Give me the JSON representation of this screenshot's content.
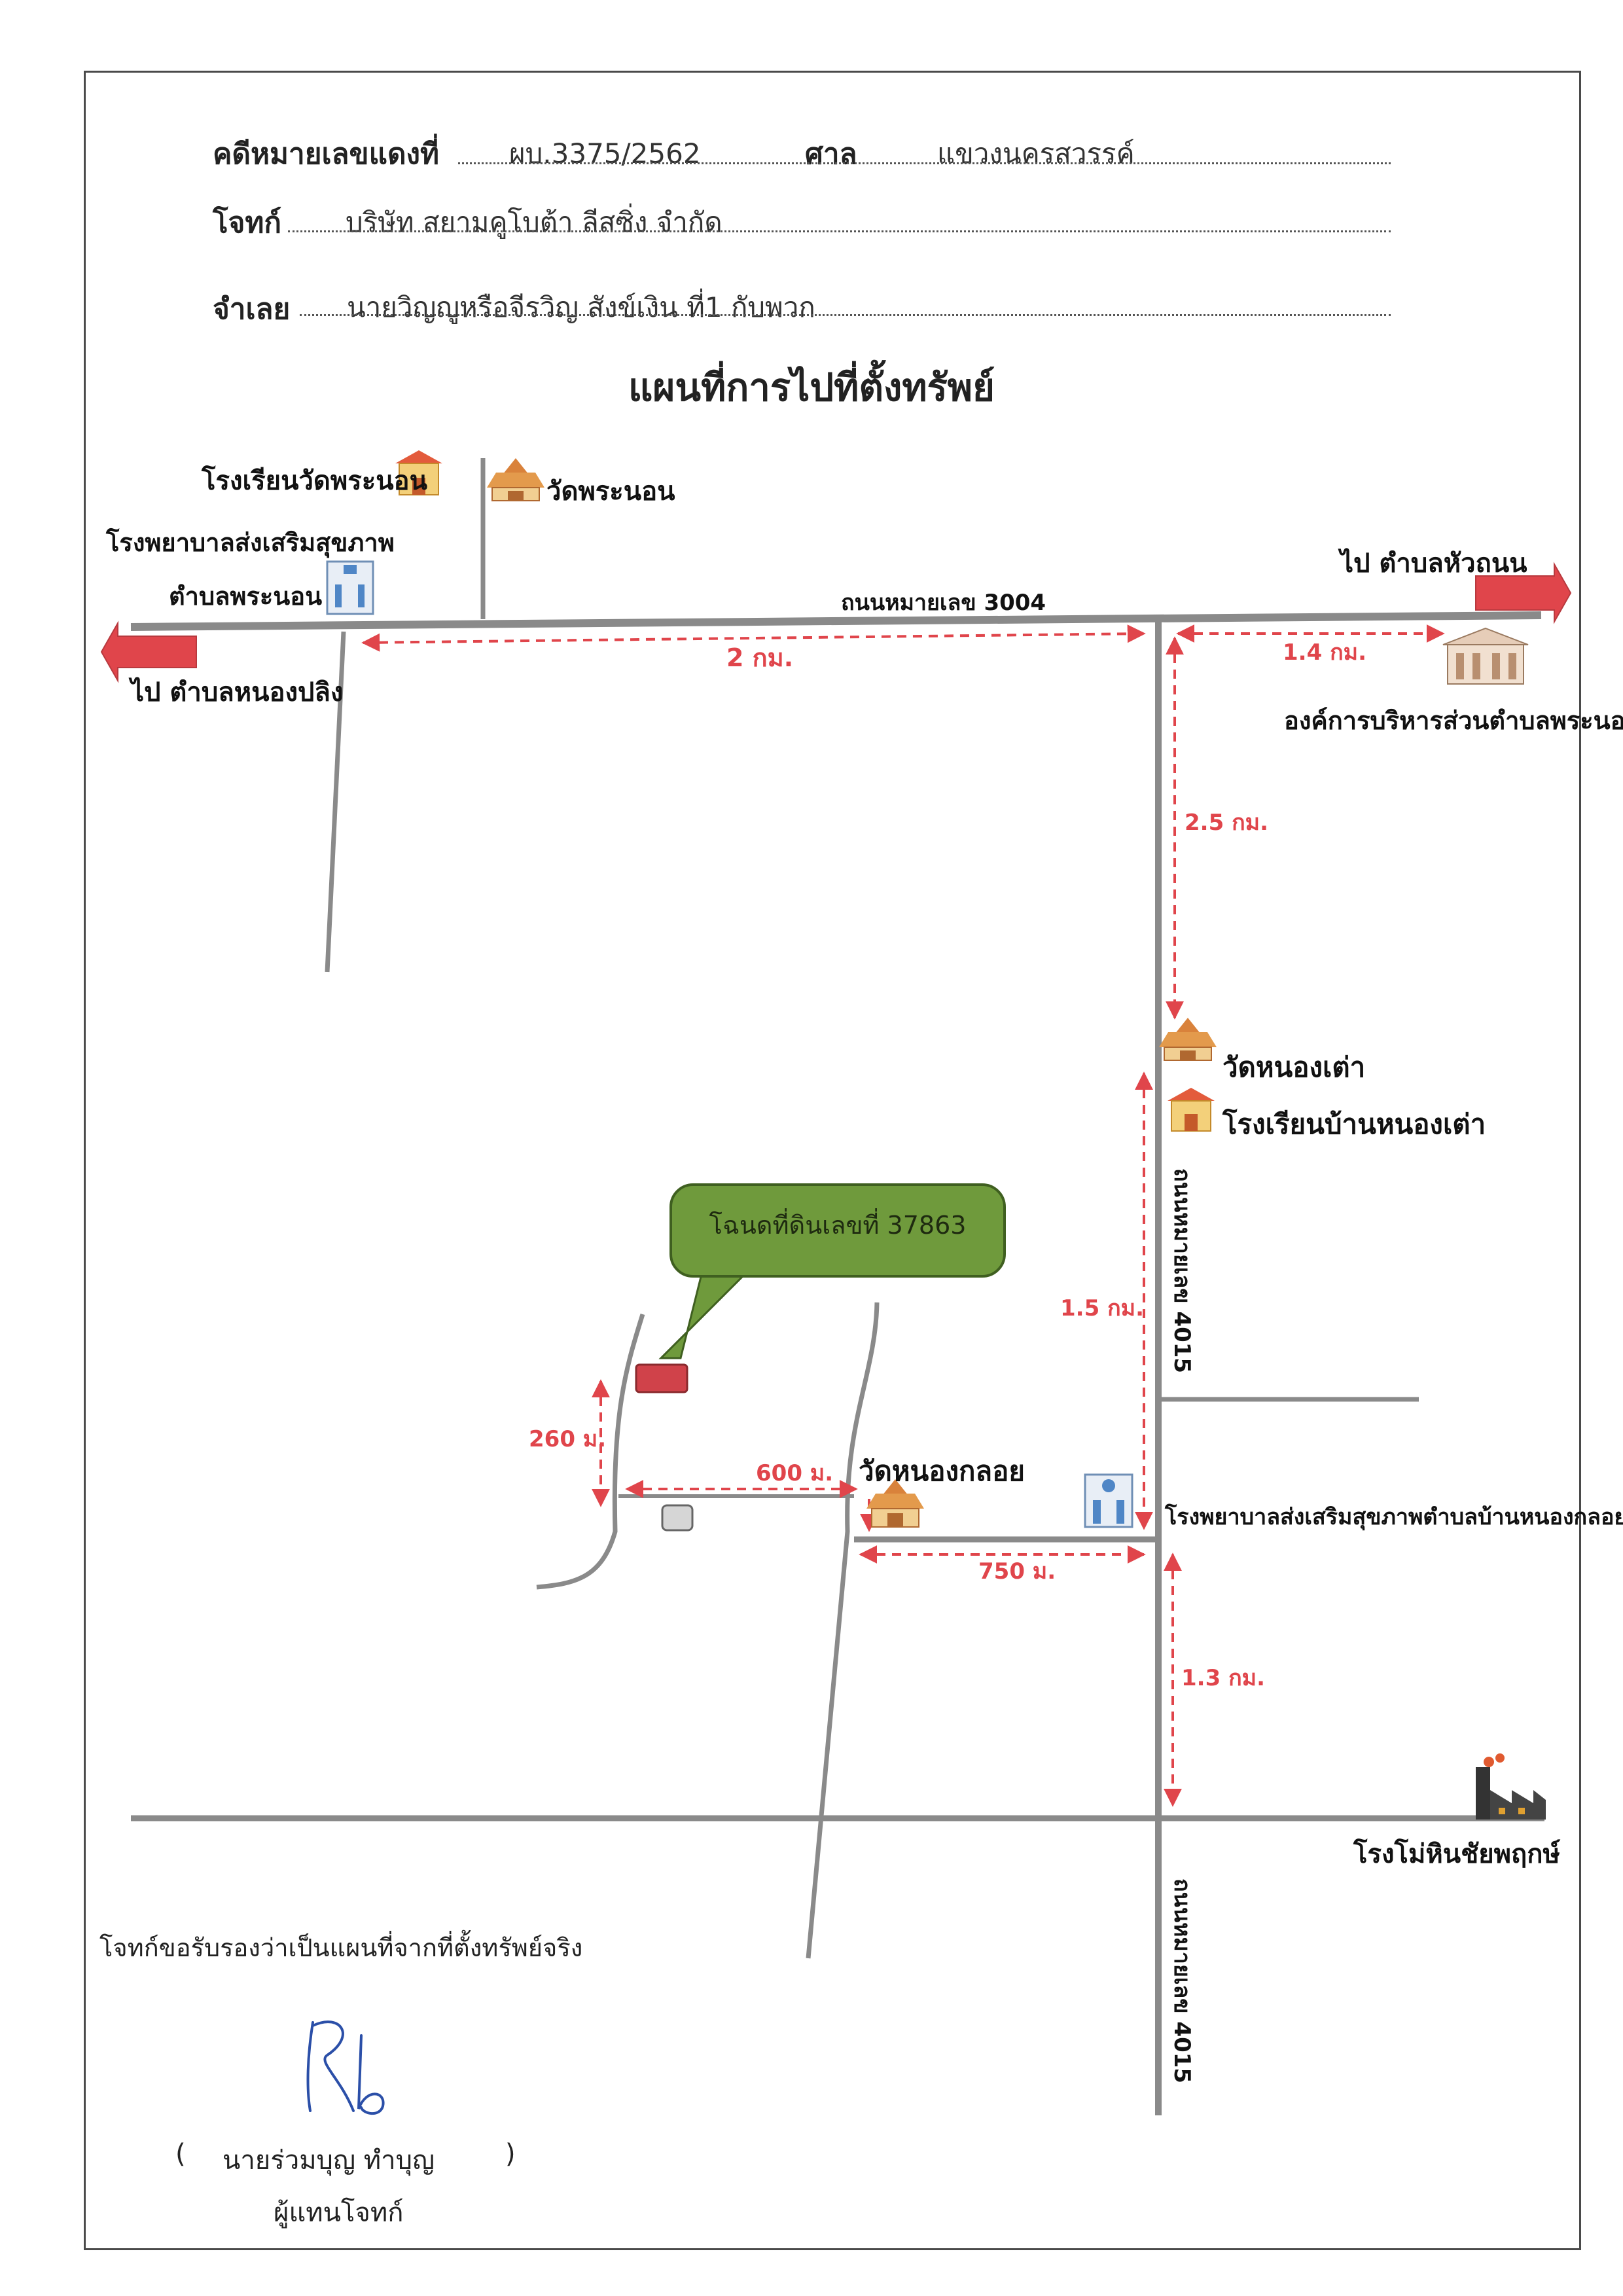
{
  "header": {
    "case_label": "คดีหมายเลขแดงที่",
    "case_number": "ผบ.3375/2562",
    "court_label": "ศาล",
    "court_name": "แขวงนครสวรรค์",
    "plaintiff_label": "โจทก์",
    "plaintiff_name": "บริษัท สยามคูโบต้า ลีสซิ่ง  จำกัด",
    "defendant_label": "จำเลย",
    "defendant_name": "นายวิญญูหรือจีรวิญ  สังข์เงิน  ที่1 กับพวก"
  },
  "map_title": "แผนที่การไปที่ตั้งทรัพย์",
  "places": {
    "school_phranon": "โรงเรียนวัดพระนอน",
    "temple_phranon": "วัดพระนอน",
    "hospital_phranon_line1": "โรงพยาบาลส่งเสริมสุขภาพ",
    "hospital_phranon_line2": "ตำบลพระนอน",
    "to_hua_thanon": "ไป ตำบลหัวถนน",
    "to_nong_pling": "ไป ตำบลหนองปลิง",
    "road_3004": "ถนนหมายเลข 3004",
    "sao_phranon": "องค์การบริหารส่วนตำบลพระนอน",
    "temple_nong_tao": "วัดหนองเต่า",
    "school_nong_tao": "โรงเรียนบ้านหนองเต่า",
    "road_4015_upper": "ถนนหมายเลข 4015",
    "road_4015_lower": "ถนนหมายเลข 4015",
    "land_deed": "โฉนดที่ดินเลขที่ 37863",
    "temple_nong_kloi": "วัดหนองกลอย",
    "hospital_nong_kloi": "โรงพยาบาลส่งเสริมสุขภาพตำบลบ้านหนองกลอย",
    "stone_mill": "โรงโม่หินชัยพฤกษ์"
  },
  "distances": {
    "d_2km": "2 กม.",
    "d_1_4km": "1.4 กม.",
    "d_2_5km": "2.5 กม.",
    "d_1_5km": "1.5 กม.",
    "d_260m": "260 ม.",
    "d_600m": "600 ม.",
    "d_750m": "750 ม.",
    "d_1_3km": "1.3 กม."
  },
  "certify_note": "โจทก์ขอรับรองว่าเป็นแผนที่จากที่ตั้งทรัพย์จริง",
  "signature": {
    "open_paren": "(",
    "name": "นายร่วมบุญ   ทำบุญ",
    "close_paren": ")",
    "role": "ผู้แทนโจทก์"
  },
  "colors": {
    "road": "#8a8a8a",
    "distance": "#e0454b",
    "arrow": "#e0454b",
    "callout": "#6f9a3c",
    "land_marker": "#d0424a",
    "signature_ink": "#2b4fa8"
  }
}
